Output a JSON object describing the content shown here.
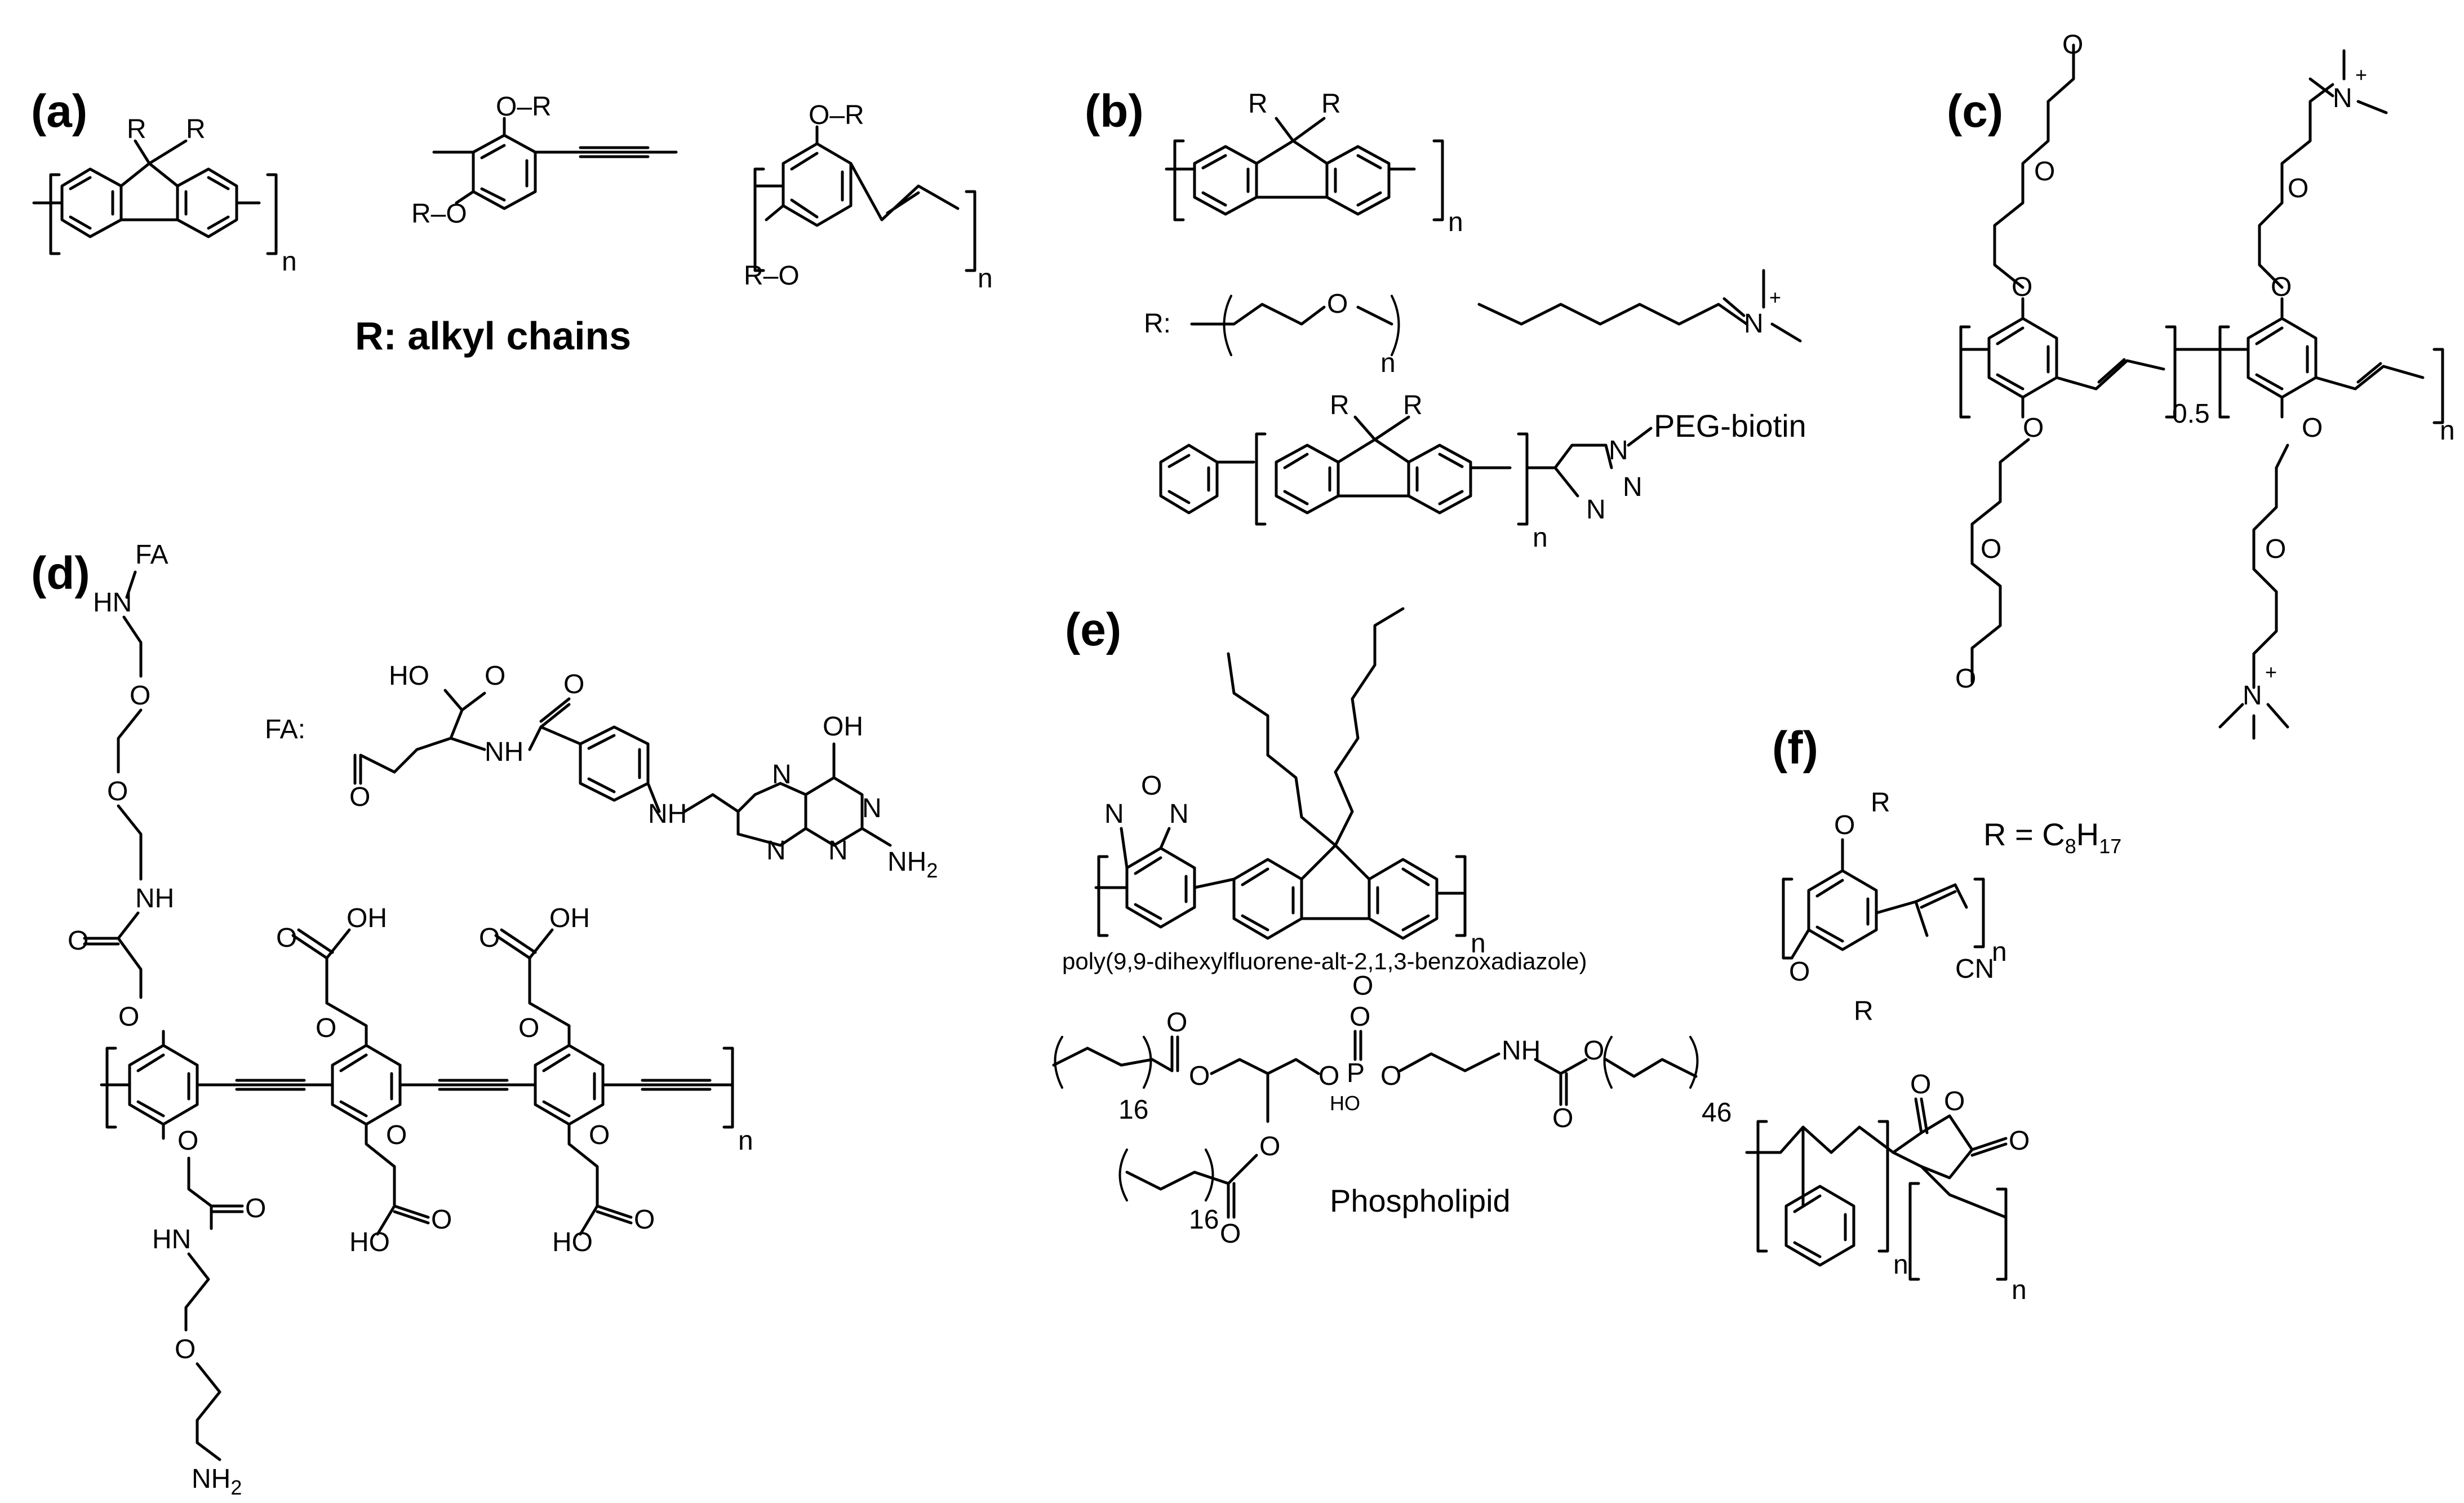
{
  "panels": {
    "a": {
      "label": "(a)",
      "r_note": "R: alkyl chains",
      "n": "n",
      "r": "R",
      "or": "O–R",
      "ro": "R–O"
    },
    "b": {
      "label": "(b)",
      "r_prefix": "R:",
      "o": "O",
      "n": "n",
      "r": "R",
      "n_plus": "N",
      "plus": "+",
      "peg_biotin": "PEG-biotin",
      "triazole_n1": "N",
      "triazole_n2": "N",
      "triazole_n3": "N"
    },
    "c": {
      "label": "(c)",
      "fraction": "0.5",
      "n": "n",
      "o": "O",
      "n_plus": "N",
      "plus": "+"
    },
    "d": {
      "label": "(d)",
      "fa_prefix": "FA:",
      "fa": "FA",
      "hn": "HN",
      "nh": "NH",
      "oh": "OH",
      "ho": "HO",
      "o": "O",
      "n_atom": "N",
      "nh2": "NH",
      "nh2_sub": "2",
      "n": "n"
    },
    "e": {
      "label": "(e)",
      "polymer_name": "poly(9,9-dihexylfluorene-alt-2,1,3-benzoxadiazole)",
      "phospholipid_label": "Phospholipid",
      "n": "n",
      "o": "O",
      "n_atom": "N",
      "p": "P",
      "ho": "HO",
      "nh": "NH",
      "sub_16a": "16",
      "sub_16b": "16",
      "sub_46": "46"
    },
    "f": {
      "label": "(f)",
      "r_formula_prefix": "R = C",
      "r_formula_8": "8",
      "r_formula_h": "H",
      "r_formula_17": "17",
      "r": "R",
      "o": "O",
      "cn": "CN",
      "n": "n"
    }
  }
}
